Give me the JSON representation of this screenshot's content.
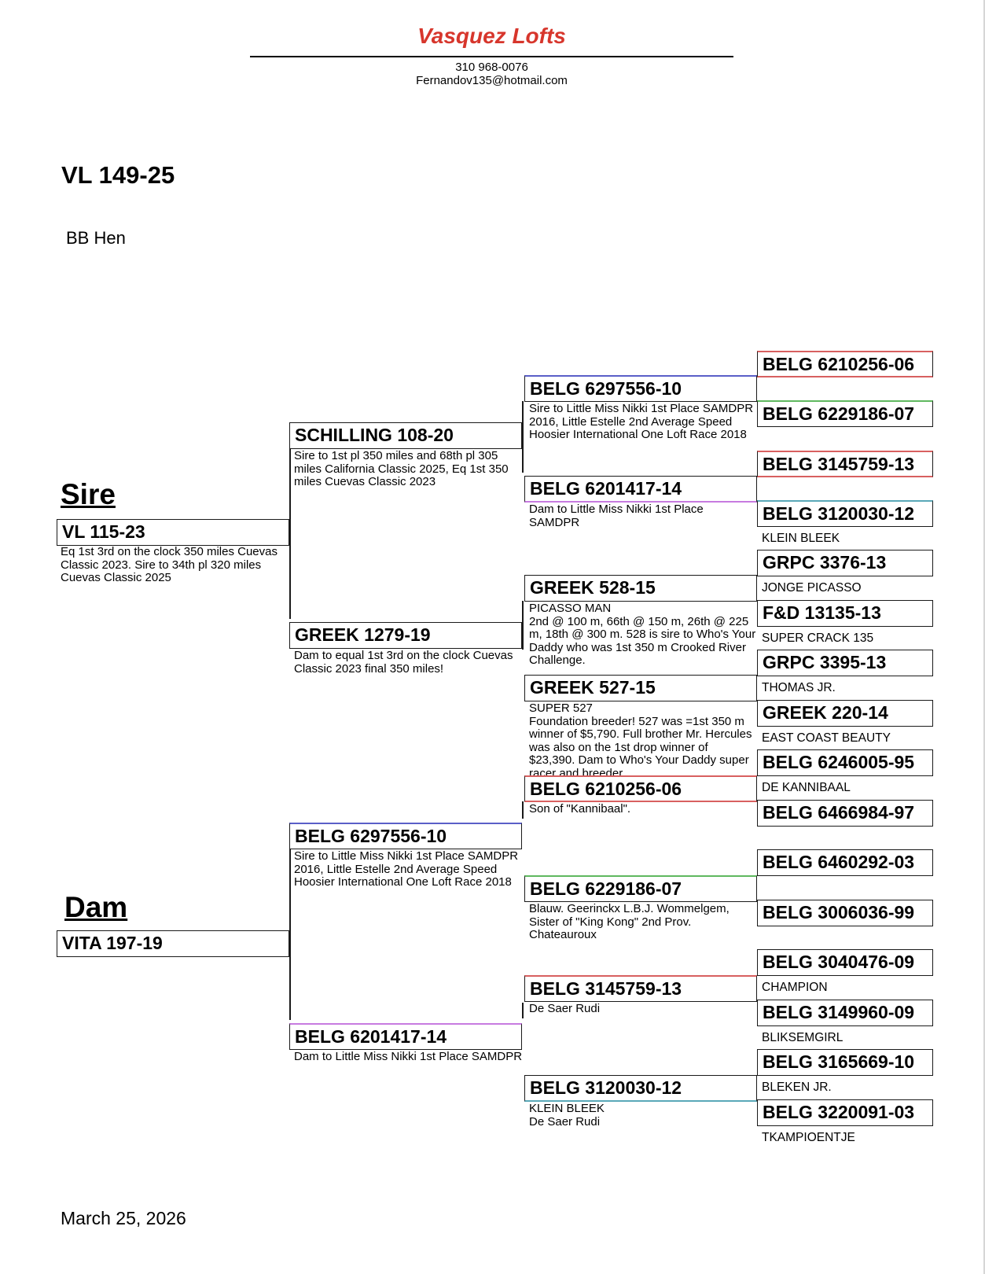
{
  "header": {
    "title": "Vasquez Lofts",
    "phone": "310 968-0076",
    "email": "Fernandov135@hotmail.com"
  },
  "bird": {
    "ring": "VL 149-25",
    "color": "BB Hen"
  },
  "labels": {
    "sire": "Sire",
    "dam": "Dam"
  },
  "sire": {
    "ring": "VL 115-23",
    "note": "Eq 1st 3rd on the clock 350 miles Cuevas Classic 2023. Sire to 34th pl 320 miles Cuevas Classic 2025"
  },
  "dam": {
    "ring": "VITA 197-19"
  },
  "ss": {
    "ring": "SCHILLING 108-20",
    "note": "Sire to 1st pl 350 miles and 68th pl 305 miles California Classic 2025, Eq 1st 350 miles Cuevas Classic 2023"
  },
  "sd": {
    "ring": "GREEK 1279-19",
    "note": "Dam to equal 1st 3rd on the clock Cuevas Classic 2023 final 350 miles!"
  },
  "ds": {
    "ring": "BELG 6297556-10",
    "note": "Sire to Little Miss Nikki 1st Place SAMDPR 2016, Little Estelle 2nd Average Speed Hoosier International One Loft Race 2018"
  },
  "dd": {
    "ring": "BELG 6201417-14",
    "note": "Dam to Little Miss Nikki 1st Place SAMDPR"
  },
  "sss": {
    "ring": "BELG 6297556-10",
    "note": "Sire to Little Miss Nikki 1st Place SAMDPR 2016, Little Estelle 2nd Average Speed Hoosier International One Loft Race 2018"
  },
  "ssd": {
    "ring": "BELG 6201417-14",
    "note": "Dam to Little Miss Nikki 1st Place SAMDPR"
  },
  "sds": {
    "ring": "GREEK 528-15",
    "note": "PICASSO MAN\n2nd @ 100 m, 66th @ 150 m, 26th @ 225 m, 18th @ 300 m. 528 is sire to Who's Your Daddy who was 1st 350 m Crooked River Challenge."
  },
  "sdd": {
    "ring": "GREEK 527-15",
    "note": "SUPER 527\nFoundation breeder! 527 was =1st 350 m winner of $5,790. Full brother Mr. Hercules was also on the 1st drop winner of $23,390. Dam to Who's Your Daddy super racer and breeder"
  },
  "dss": {
    "ring": "BELG 6210256-06",
    "note": "Son of \"Kannibaal\"."
  },
  "dsd": {
    "ring": "BELG 6229186-07",
    "note": "Blauw. Geerinckx L.B.J. Wommelgem, Sister of \"King Kong\" 2nd Prov. Chateauroux"
  },
  "dds": {
    "ring": "BELG 3145759-13",
    "note": "De Saer Rudi"
  },
  "ddd": {
    "ring": "BELG 3120030-12",
    "note": "KLEIN BLEEK\nDe Saer Rudi"
  },
  "gen4": [
    {
      "ring": "BELG 6210256-06",
      "sub": ""
    },
    {
      "ring": "BELG 6229186-07",
      "sub": ""
    },
    {
      "ring": "BELG 3145759-13",
      "sub": ""
    },
    {
      "ring": "BELG 3120030-12",
      "sub": "KLEIN BLEEK"
    },
    {
      "ring": "GRPC 3376-13",
      "sub": "JONGE PICASSO"
    },
    {
      "ring": "F&D 13135-13",
      "sub": "SUPER CRACK 135"
    },
    {
      "ring": "GRPC 3395-13",
      "sub": "THOMAS JR."
    },
    {
      "ring": "GREEK 220-14",
      "sub": "EAST COAST BEAUTY"
    },
    {
      "ring": "BELG 6246005-95",
      "sub": "DE KANNIBAAL"
    },
    {
      "ring": "BELG 6466984-97",
      "sub": ""
    },
    {
      "ring": "BELG 6460292-03",
      "sub": ""
    },
    {
      "ring": "BELG 3006036-99",
      "sub": ""
    },
    {
      "ring": "BELG 3040476-09",
      "sub": "CHAMPION"
    },
    {
      "ring": "BELG 3149960-09",
      "sub": "BLIKSEMGIRL"
    },
    {
      "ring": "BELG 3165669-10",
      "sub": "BLEKEN JR."
    },
    {
      "ring": "BELG 3220091-03",
      "sub": "TKAMPIOENTJE"
    }
  ],
  "date": "March 25, 2026",
  "colors": {
    "title": "#d7362c",
    "blue_line": "#5a5fc8",
    "purple_line": "#c77be0",
    "red_line": "#d86060",
    "green_line": "#5fb85f",
    "teal_line": "#5aa8b8"
  }
}
